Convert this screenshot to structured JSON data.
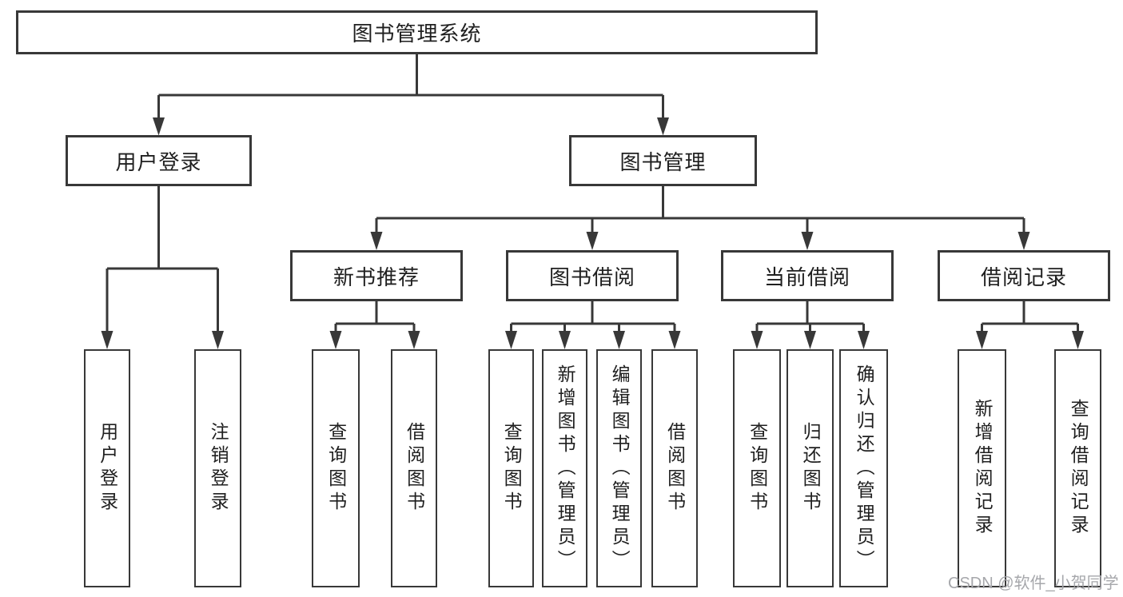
{
  "diagram": {
    "root": "图书管理系统",
    "branches": {
      "user_login": {
        "label": "用户登录",
        "children": [
          "用户登录",
          "注销登录"
        ]
      },
      "book_mgmt": {
        "label": "图书管理"
      },
      "new_books": {
        "label": "新书推荐",
        "children": [
          "查询图书",
          "借阅图书"
        ]
      },
      "borrowing": {
        "label": "图书借阅",
        "children": [
          "查询图书",
          "新增图书（管理员）",
          "编辑图书（管理员）",
          "借阅图书"
        ]
      },
      "current": {
        "label": "当前借阅",
        "children": [
          "查询图书",
          "归还图书",
          "确认归还（管理员）"
        ]
      },
      "records": {
        "label": "借阅记录",
        "children": [
          "新增借阅记录",
          "查询借阅记录"
        ]
      }
    },
    "line_color": "#383838"
  },
  "watermark": "CSDN @软件_小贺同学"
}
